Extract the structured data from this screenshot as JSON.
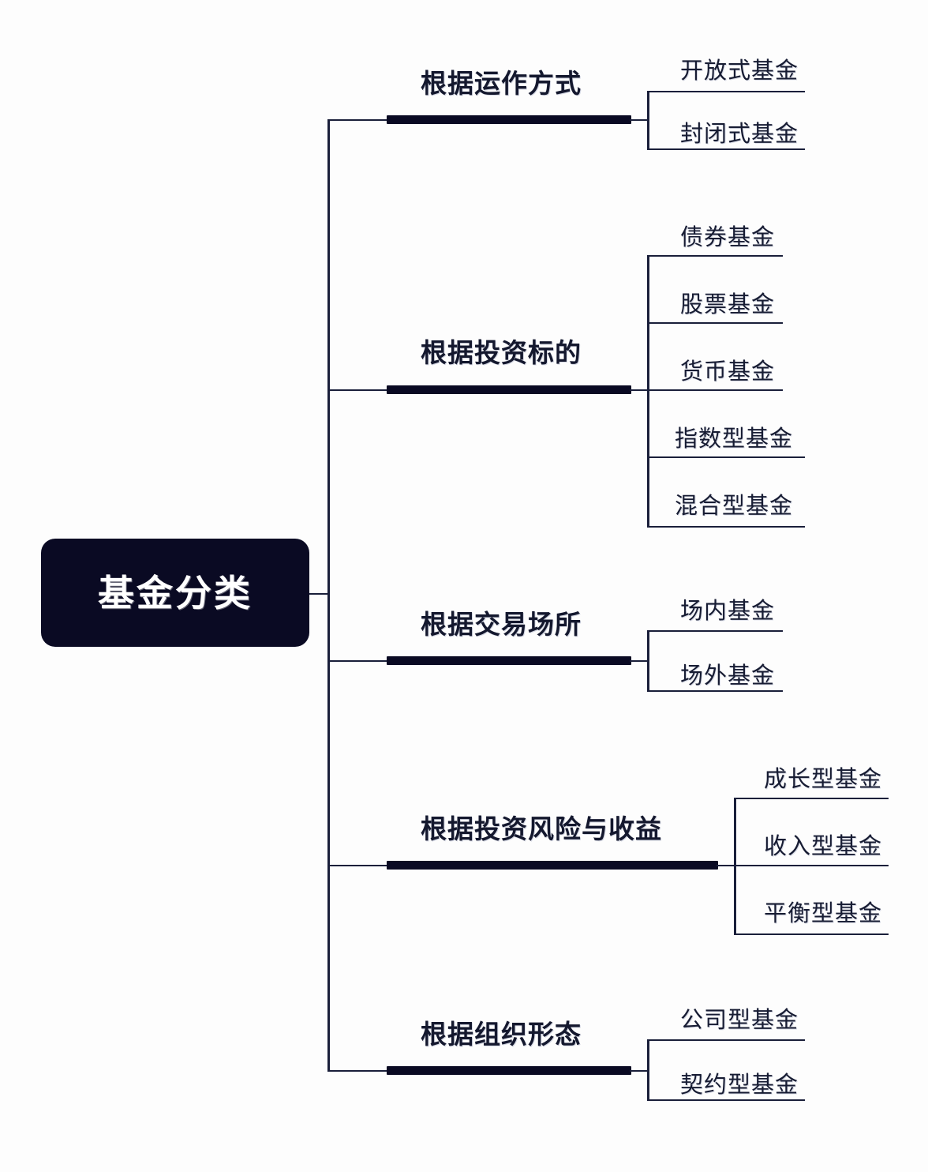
{
  "diagram": {
    "type": "mind-map",
    "orientation": "left-to-right",
    "root": {
      "label": "基金分类"
    },
    "colors": {
      "background": "#fdfdfd",
      "root_fill": "#0a0a23",
      "root_text": "#ffffff",
      "bar": "#0a0a23",
      "line": "#1a1f3a",
      "text": "#14182e"
    },
    "branches": [
      {
        "label": "根据运作方式",
        "children": [
          "开放式基金",
          "封闭式基金"
        ]
      },
      {
        "label": "根据投资标的",
        "children": [
          "债券基金",
          "股票基金",
          "货币基金",
          "指数型基金",
          "混合型基金"
        ]
      },
      {
        "label": "根据交易场所",
        "children": [
          "场内基金",
          "场外基金"
        ]
      },
      {
        "label": "根据投资风险与收益",
        "children": [
          "成长型基金",
          "收入型基金",
          "平衡型基金"
        ]
      },
      {
        "label": "根据组织形态",
        "children": [
          "公司型基金",
          "契约型基金"
        ]
      }
    ]
  }
}
